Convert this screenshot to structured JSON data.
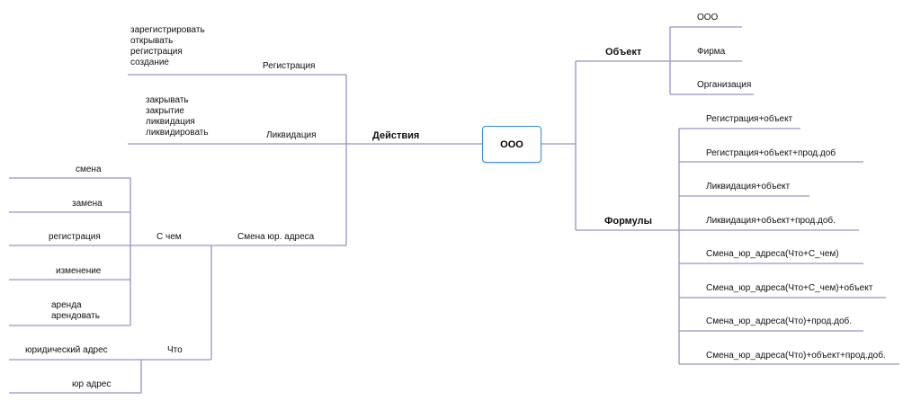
{
  "center": {
    "label": "ООО"
  },
  "left": {
    "actions": {
      "label": "Действия",
      "registration": {
        "label": "Регистрация",
        "words": "зарегистрировать\nоткрывать\nрегистрация\nсоздание"
      },
      "liquidation": {
        "label": "Ликвидация",
        "words": "закрывать\nзакрытие\nликвидация\nликвидировать"
      },
      "address_change": {
        "label": "Смена юр. адреса",
        "with_what": {
          "label": "С чем",
          "items": [
            "смена",
            "замена",
            "регистрация",
            "изменение",
            "аренда\nарендовать"
          ]
        },
        "what": {
          "label": "Что",
          "items": [
            "юридический адрес",
            "юр адрес"
          ]
        }
      }
    }
  },
  "right": {
    "object": {
      "label": "Объект",
      "items": [
        "ООО",
        "Фирма",
        "Организация"
      ]
    },
    "formulas": {
      "label": "Формулы",
      "items": [
        "Регистрация+объект",
        "Регистрация+объект+прод.доб",
        "Ликвидация+объект",
        "Ликвидация+объект+прод.доб.",
        "Смена_юр_адреса(Что+С_чем)",
        "Смена_юр_адреса(Что+С_чем)+объект",
        "Смена_юр_адреса(Что)+прод.доб.",
        "Смена_юр_адреса(Что)+объект+прод.доб."
      ]
    }
  }
}
